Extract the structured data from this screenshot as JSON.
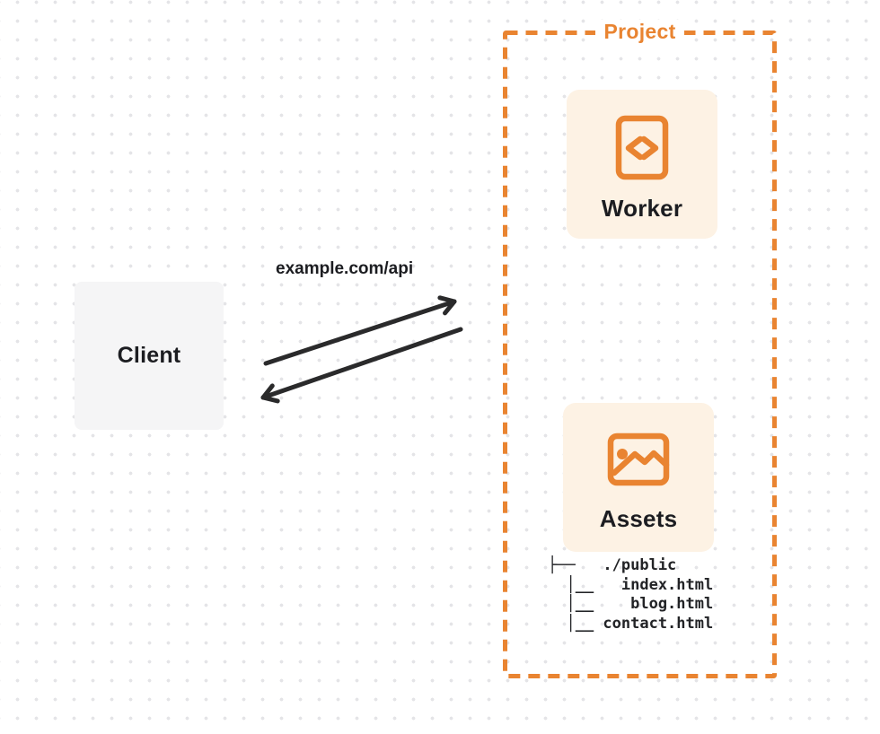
{
  "colors": {
    "accent": "#E98431",
    "card_bg": "#FDF2E4",
    "arrow": "#2A2A2B",
    "text": "#1C1D21",
    "client_bg": "#F5F5F6",
    "dot": "#E4E4E7",
    "bg": "#FFFFFF"
  },
  "diagram": {
    "project": {
      "label": "Project"
    },
    "client": {
      "label": "Client"
    },
    "request": {
      "label": "example.com/api"
    },
    "worker": {
      "label": "Worker",
      "icon": "code-icon"
    },
    "assets": {
      "label": "Assets",
      "icon": "image-icon"
    },
    "file_tree": {
      "lines": [
        "├──   ./public",
        "  │__   index.html",
        "  │__    blog.html",
        "  │__ contact.html"
      ]
    }
  }
}
